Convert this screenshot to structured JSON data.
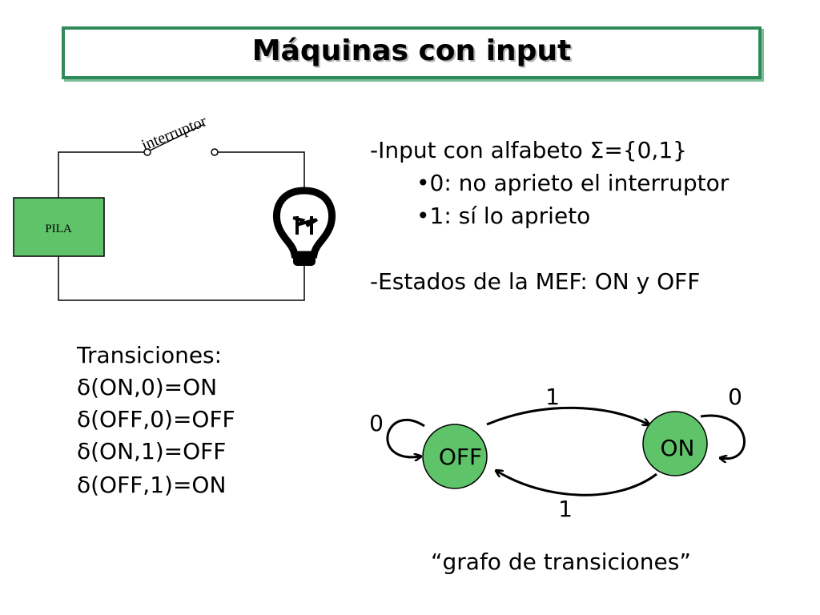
{
  "title": "Máquinas con input",
  "circuit": {
    "switch_label": "interruptor",
    "battery_label": "PILA"
  },
  "description": {
    "input_line": "-Input con alfabeto Σ={0,1}",
    "bullet_0": "•0: no aprieto el interruptor",
    "bullet_1": "•1: sí lo aprieto",
    "states_line": "-Estados de la MEF: ON y OFF"
  },
  "transitions": {
    "heading": "Transiciones:",
    "items": [
      "δ(ON,0)=ON",
      "δ(OFF,0)=OFF",
      "δ(ON,1)=OFF",
      "δ(OFF,1)=ON"
    ]
  },
  "graph": {
    "state_off": "OFF",
    "state_on": "ON",
    "label_off_self": "0",
    "label_off_to_on": "1",
    "label_on_self": "0",
    "label_on_to_off": "1",
    "caption": "“grafo de transiciones”",
    "state_color": "#5fc36a"
  },
  "colors": {
    "title_border": "#2f8a5a",
    "battery_fill": "#5fc36a"
  }
}
